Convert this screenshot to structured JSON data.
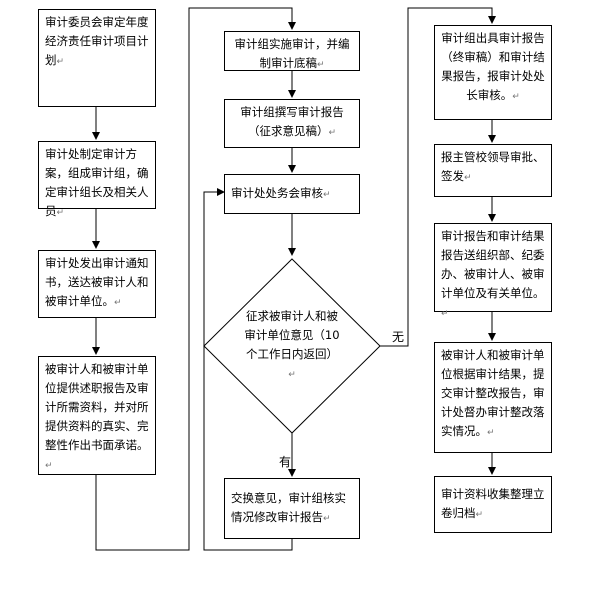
{
  "nodes": {
    "n1": "审计委员会审定年度经济责任审计项目计划",
    "n2": "审计处制定审计方案，组成审计组，确定审计组长及相关人员",
    "n3": "审计处发出审计通知书，送达被审计人和被审计单位。",
    "n4": "被审计人和被审计单位提供述职报告及审计所需资料，并对所提供资料的真实、完整性作出书面承诺。",
    "n5": "审计组实施审计，并编制审计底稿",
    "n6": "审计组撰写审计报告（征求意见稿）",
    "n7": "审计处处务会审核",
    "n8": "征求被审计人和被审计单位意见（10个工作日内返回）",
    "n9": "交换意见，审计组核实情况修改审计报告",
    "n10": "审计组出具审计报告（终审稿）和审计结果报告，报审计处处长审核。",
    "n11": "报主管校领导审批、签发",
    "n12": "审计报告和审计结果报告送组织部、纪委办、被审计人、被审计单位及有关单位。",
    "n13": "被审计人和被审计单位根据审计结果，提交审计整改报告，审计处督办审计整改落实情况。",
    "n14": "审计资料收集整理立卷归档"
  },
  "labels": {
    "yes": "有",
    "no": "无"
  },
  "mark": "↵"
}
